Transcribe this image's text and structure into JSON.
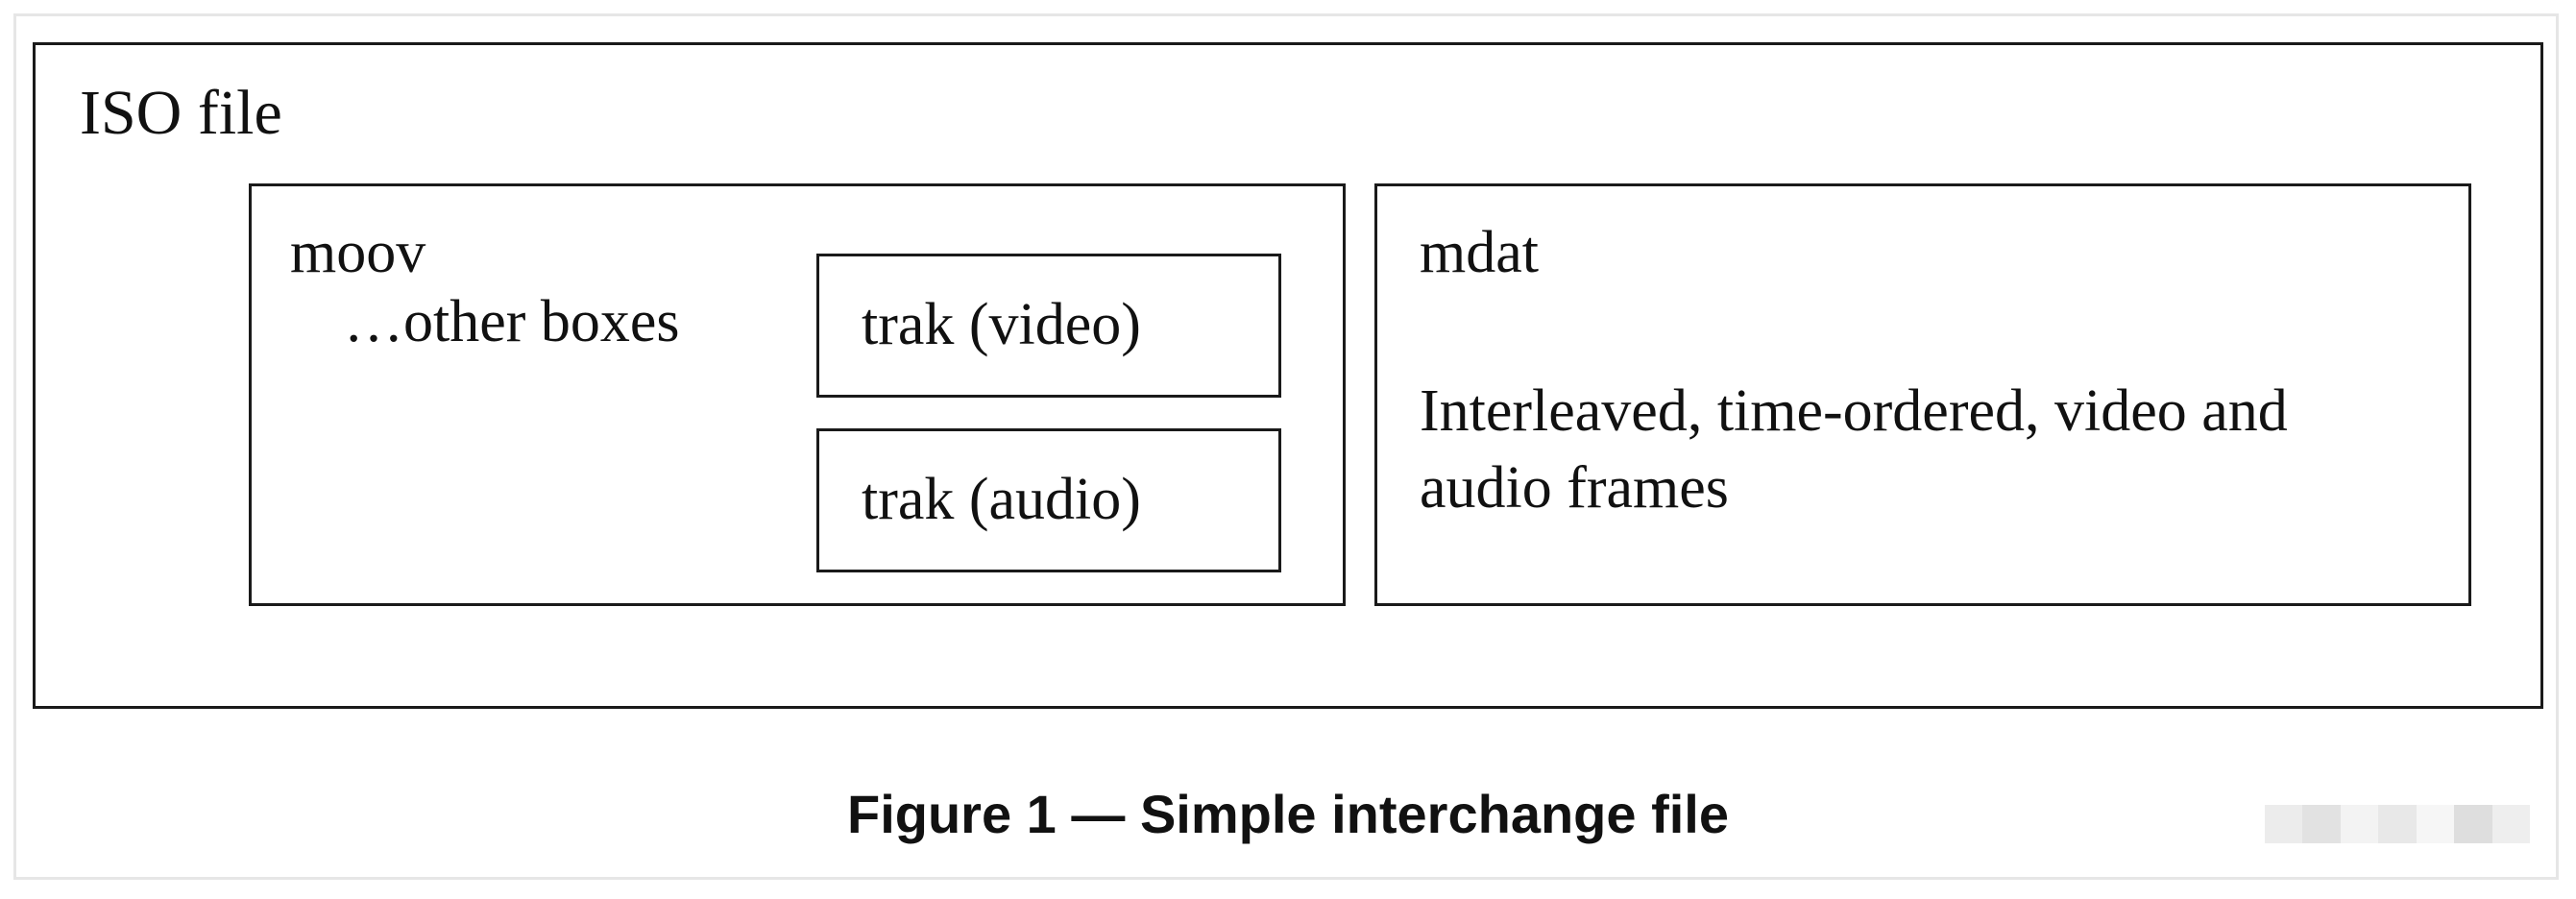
{
  "diagram": {
    "iso_file": {
      "label": "ISO file",
      "moov": {
        "label": "moov",
        "other_boxes": "…other boxes",
        "traks": [
          {
            "label": "trak (video)"
          },
          {
            "label": "trak (audio)"
          }
        ]
      },
      "mdat": {
        "label": "mdat",
        "description": "Interleaved, time-ordered, video and audio frames"
      }
    },
    "caption": "Figure 1 — Simple interchange file"
  },
  "colors": {
    "stroke": "#1a1a1a",
    "text": "#111111",
    "background": "#ffffff",
    "outer_frame": "#e6e6e6"
  }
}
